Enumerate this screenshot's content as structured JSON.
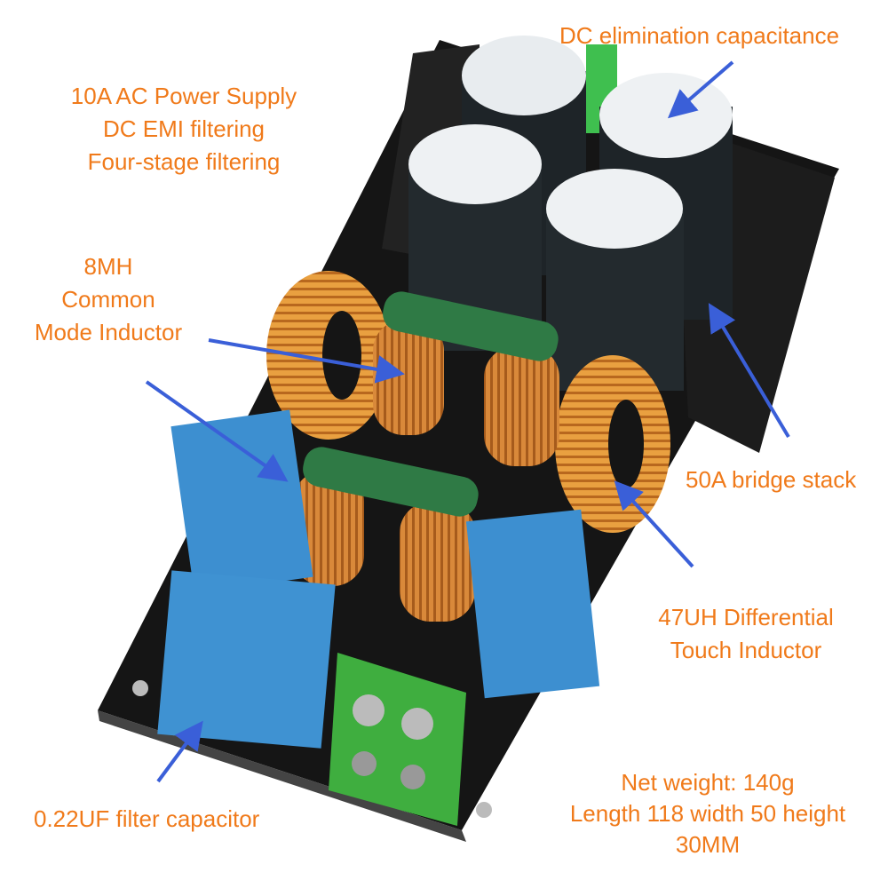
{
  "colors": {
    "label_text": "#f07a1a",
    "arrow": "#3a5fd8",
    "pcb": "#151515",
    "inductor_copper": "#d9893a",
    "x2_capacitor": "#3d8fd0",
    "terminal": "#3fae3f"
  },
  "labels": {
    "dc_capacitance": "DC elimination capacitance",
    "supply": [
      "10A AC Power Supply",
      "DC EMI filtering",
      "Four-stage filtering"
    ],
    "common_mode": [
      "8MH",
      "Common",
      "Mode Inductor"
    ],
    "bridge": "50A bridge stack",
    "differential": [
      "47UH Differential",
      "Touch Inductor"
    ],
    "filter_cap": "0.22UF filter capacitor",
    "specs": [
      "Net weight: 140g",
      "Length 118 width 50 height",
      "30MM"
    ]
  }
}
